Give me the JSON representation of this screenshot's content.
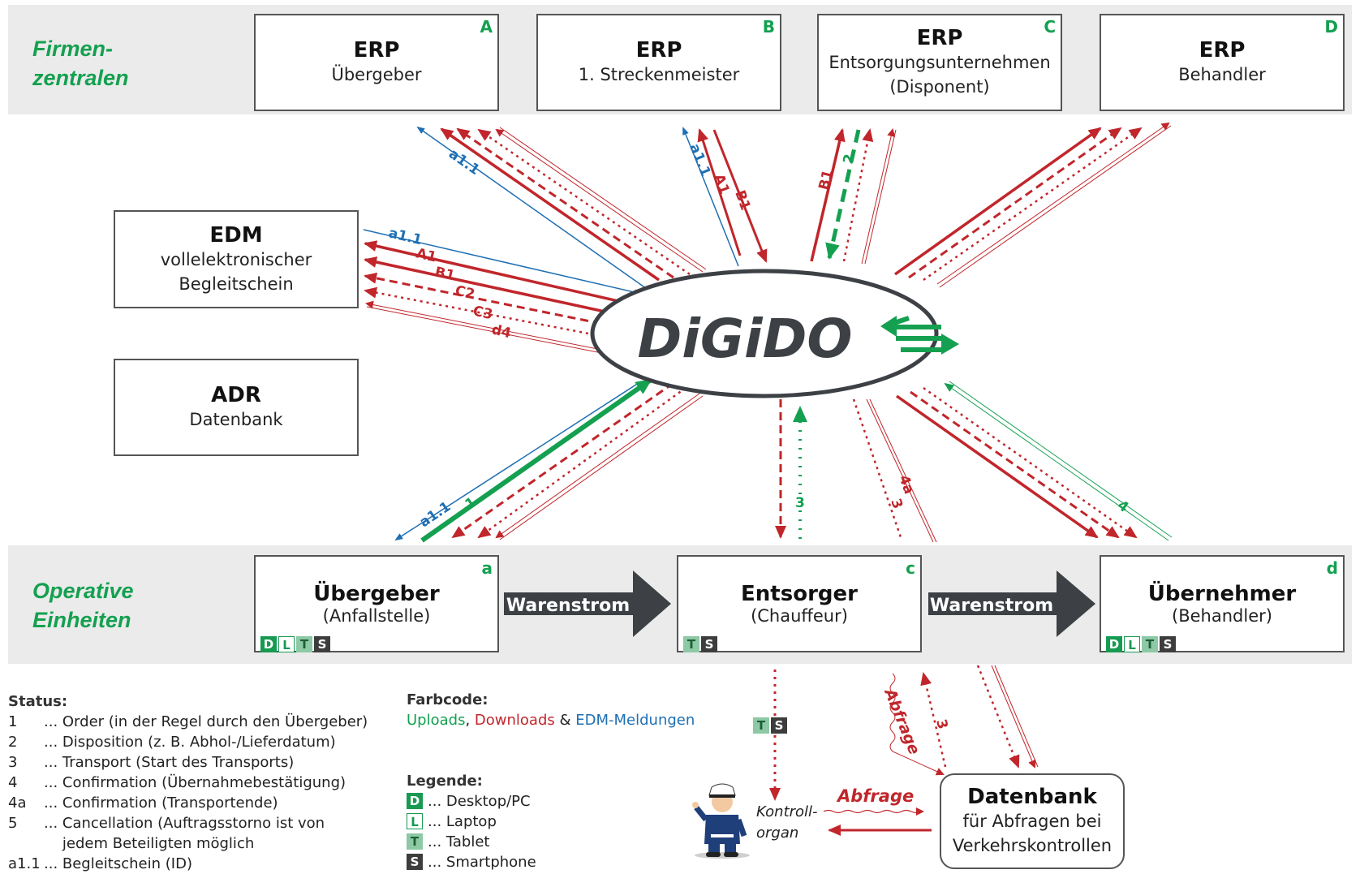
{
  "bands": {
    "top_label": "Firmen-\nzentralen",
    "bottom_label": "Operative\nEinheiten"
  },
  "erp_boxes": [
    {
      "tag": "A",
      "title": "ERP",
      "sub": "Übergeber"
    },
    {
      "tag": "B",
      "title": "ERP",
      "sub": "1. Streckenmeister"
    },
    {
      "tag": "C",
      "title": "ERP",
      "sub": "Entsorgungsunternehmen",
      "sub2": "(Disponent)"
    },
    {
      "tag": "D",
      "title": "ERP",
      "sub": "Behandler"
    }
  ],
  "edm": {
    "title": "EDM",
    "sub": "vollelektronischer",
    "sub2": "Begleitschein"
  },
  "adr": {
    "title": "ADR",
    "sub": "Datenbank"
  },
  "hub": {
    "logo": "DiGiDO"
  },
  "op_boxes": [
    {
      "tag": "a",
      "title": "Übergeber",
      "sub": "(Anfallstelle)",
      "devices": [
        "D",
        "L",
        "T",
        "S"
      ]
    },
    {
      "tag": "c",
      "title": "Entsorger",
      "sub": "(Chauffeur)",
      "devices": [
        "T",
        "S"
      ]
    },
    {
      "tag": "d",
      "title": "Übernehmer",
      "sub": "(Behandler)",
      "devices": [
        "D",
        "L",
        "T",
        "S"
      ]
    }
  ],
  "flow_arrows": [
    "Warenstrom",
    "Warenstrom"
  ],
  "arrow_labels": {
    "a_a11": "a1.1",
    "b_a11": "a1.1",
    "b_A1": "A1",
    "b_B1": "B1",
    "c_B1": "B1",
    "c_2": "2",
    "edm_a11": "a1.1",
    "edm_A1": "A1",
    "edm_B1": "B1",
    "edm_C2": "C2",
    "edm_C3": "C3",
    "edm_d4": "d4",
    "op_a11": "a1.1",
    "op_1": "1",
    "op_3": "3",
    "op_4a": "4a",
    "op_3b": "3",
    "op_4": "4",
    "db_abfrage": "Abfrage",
    "db_3": "3",
    "kontroll_abfrage": "Abfrage"
  },
  "kontroll": {
    "line1": "Kontroll-",
    "line2": "organ",
    "devices": [
      "T",
      "S"
    ]
  },
  "datenbank": {
    "title": "Datenbank",
    "sub": "für Abfragen bei",
    "sub2": "Verkehrskontrollen"
  },
  "status_legend": {
    "heading": "Status:",
    "items": [
      {
        "k": "1",
        "v": "... Order (in der Regel durch den Übergeber)"
      },
      {
        "k": "2",
        "v": "... Disposition (z. B. Abhol-/Lieferdatum)"
      },
      {
        "k": "3",
        "v": "... Transport (Start des Transports)"
      },
      {
        "k": "4",
        "v": "... Confirmation (Übernahmebestätigung)"
      },
      {
        "k": "4a",
        "v": "... Confirmation (Transportende)"
      },
      {
        "k": "5",
        "v": "... Cancellation (Auftragsstorno ist von"
      },
      {
        "k": "",
        "v": "    jedem Beteiligten möglich"
      },
      {
        "k": "a1.1",
        "v": "... Begleitschein (ID)"
      }
    ]
  },
  "farbcode": {
    "heading": "Farbcode:",
    "uploads": "Uploads",
    "sep1": ", ",
    "downloads": "Downloads",
    "sep2": " & ",
    "edm": "EDM-Meldungen"
  },
  "device_legend": {
    "heading": "Legende:",
    "items": [
      {
        "k": "D",
        "v": "... Desktop/PC"
      },
      {
        "k": "L",
        "v": "... Laptop"
      },
      {
        "k": "T",
        "v": "... Tablet"
      },
      {
        "k": "S",
        "v": "... Smartphone"
      }
    ]
  },
  "colors": {
    "upload": "#14a050",
    "download": "#c0262b",
    "edm": "#1f6fb3",
    "dark": "#3d4146"
  }
}
